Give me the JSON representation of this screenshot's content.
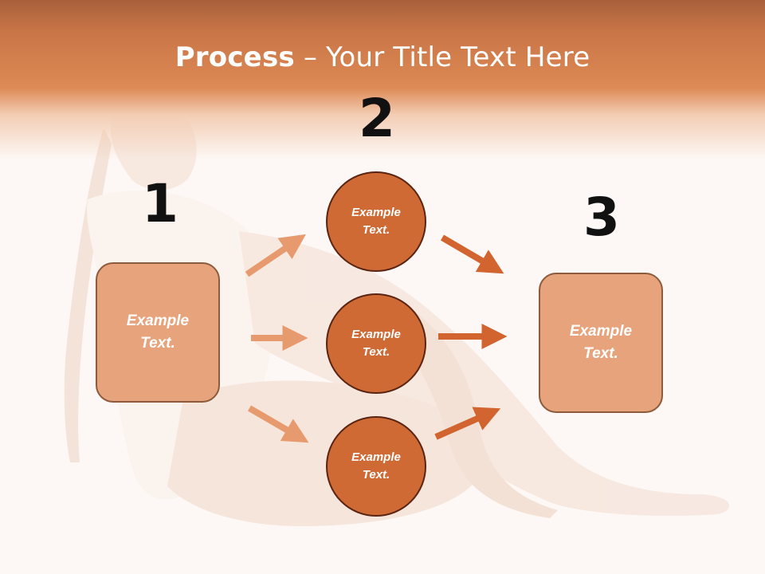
{
  "title": {
    "bold": "Process",
    "rest": " – Your Title Text Here"
  },
  "steps": {
    "n1": "1",
    "n2": "2",
    "n3": "3"
  },
  "boxes": {
    "left": "Example\nText.",
    "right": "Example\nText."
  },
  "circles": {
    "top": "Example\nText.",
    "middle": "Example\nText.",
    "bottom": "Example\nText."
  },
  "colors": {
    "header": "#d98451",
    "box_fill": "#e7a47c",
    "circle_fill": "#cf6a35",
    "arrow_light": "#e69a6d",
    "arrow_dark": "#d2652f"
  }
}
